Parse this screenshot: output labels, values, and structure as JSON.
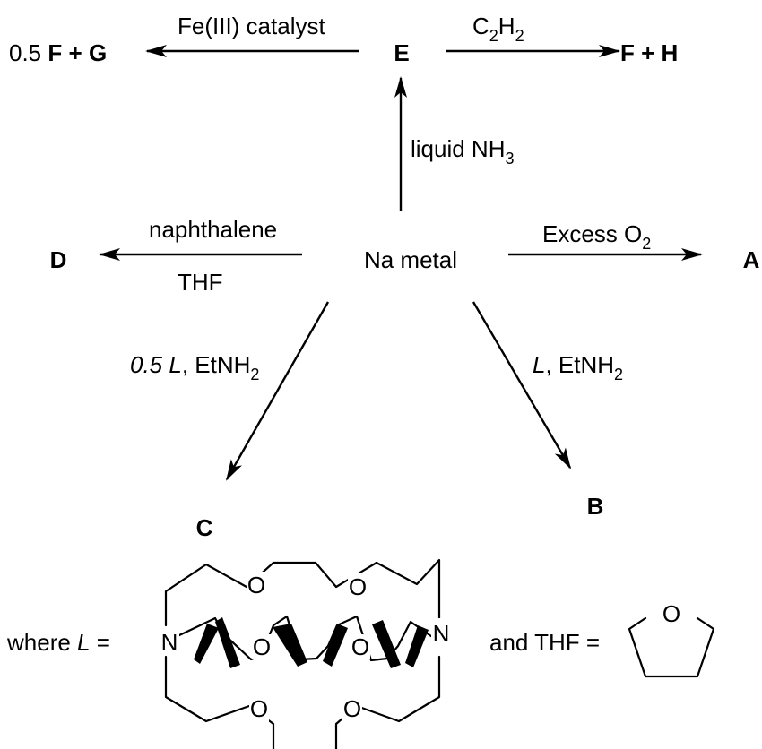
{
  "nodes": {
    "center": "Na metal",
    "A": "A",
    "B": "B",
    "C": "C",
    "D": "D",
    "E": "E",
    "left_coef": "0.5",
    "left_product_F": "F",
    "left_plus": "+",
    "left_product_G": "G",
    "right_product_F": "F",
    "right_plus": "+",
    "right_product_H": "H"
  },
  "reagents": {
    "to_E": {
      "main": "liquid NH",
      "sub": "3"
    },
    "to_A": {
      "main": "Excess O",
      "sub": "2"
    },
    "to_D_top": "naphthalene",
    "to_D_bottom": "THF",
    "to_C": {
      "italic_coef": "0.5 L",
      "rest": ", EtNH",
      "sub": "2"
    },
    "to_B": {
      "italic": "L",
      "rest": ", EtNH",
      "sub": "2"
    },
    "E_to_FG": "Fe(III) catalyst",
    "E_to_FH": {
      "c": "C",
      "c_sub": "2",
      "h": "H",
      "h_sub": "2"
    }
  },
  "legend": {
    "where_prefix": "where ",
    "where_L": "L",
    "where_eq": " =",
    "and_thf": "and THF =",
    "atom_N": "N",
    "atom_O": "O"
  }
}
